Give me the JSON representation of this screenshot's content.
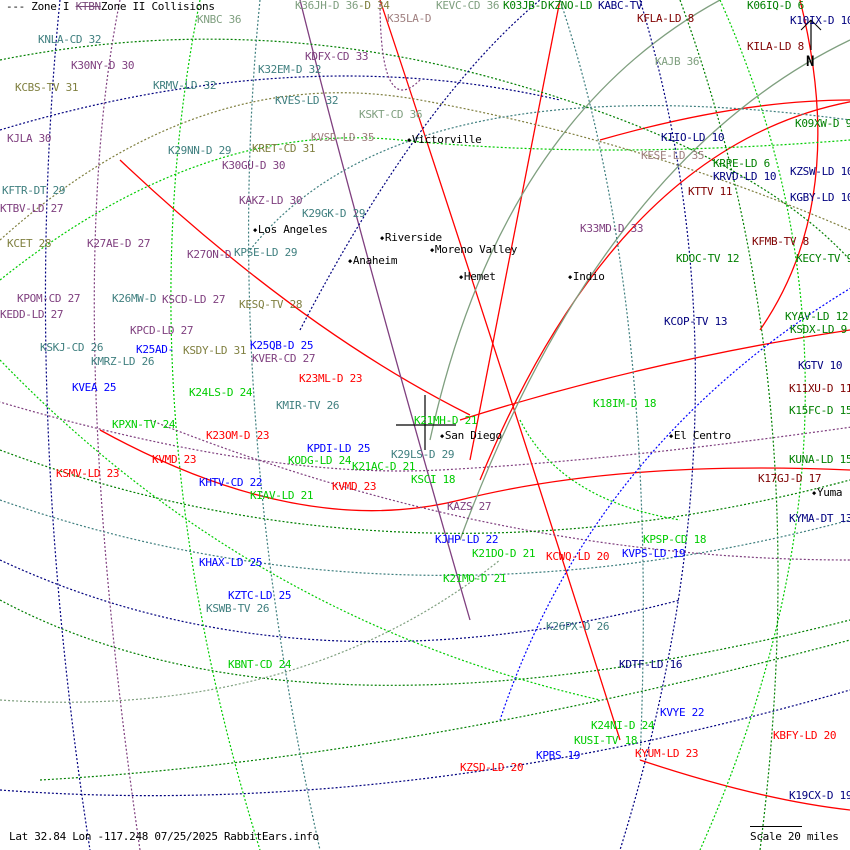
{
  "legend": {
    "zone1": "--- Zone I",
    "strike_text": "KTBN",
    "zone2_collisions": "Zone II Collisions"
  },
  "colors": {
    "gray_green": "#7f9f7f",
    "olive": "#7f7f3f",
    "purple": "#7f3f7f",
    "teal": "#3f7f7f",
    "navy": "#00007f",
    "blue": "#0000ff",
    "green": "#00cc00",
    "dark_green": "#007f00",
    "red": "#ff0000",
    "maroon": "#7f0000",
    "mauve": "#9f7f7f",
    "black": "#000000"
  },
  "stations": [
    {
      "label": "KNBC 36",
      "color": "gray_green"
    },
    {
      "label": "K36JH-D 36",
      "color": "gray_green"
    },
    {
      "label": "-D 34",
      "color": "olive"
    },
    {
      "label": "K35LA-D",
      "color": "mauve"
    },
    {
      "label": "KEVC-CD 36",
      "color": "gray_green"
    },
    {
      "label": "K03JB-D",
      "color": "dark_green"
    },
    {
      "label": "KZNO-LD",
      "color": "dark_green"
    },
    {
      "label": "KABC-TV",
      "color": "navy"
    },
    {
      "label": "KFLA-LD 8",
      "color": "maroon"
    },
    {
      "label": "K06IQ-D 6",
      "color": "dark_green"
    },
    {
      "label": "K10IX-D 10",
      "color": "navy"
    },
    {
      "label": "KILA-LD 8",
      "color": "maroon"
    },
    {
      "label": "KNLA-CD 32",
      "color": "teal"
    },
    {
      "label": "K30NY-D 30",
      "color": "purple"
    },
    {
      "label": "KDFX-CD 33",
      "color": "purple"
    },
    {
      "label": "K32EM-D 32",
      "color": "teal"
    },
    {
      "label": "KAJB 36",
      "color": "gray_green"
    },
    {
      "label": "KCBS-TV 31",
      "color": "olive"
    },
    {
      "label": "KRMV-LD 32",
      "color": "teal"
    },
    {
      "label": "KVES-LD 32",
      "color": "teal"
    },
    {
      "label": "KSKT-CD 36",
      "color": "gray_green"
    },
    {
      "label": "K09XW-D 9",
      "color": "dark_green"
    },
    {
      "label": "KJLA 30",
      "color": "purple"
    },
    {
      "label": "KVSD-LD 35",
      "color": "mauve"
    },
    {
      "label": "KIIO-LD 10",
      "color": "navy"
    },
    {
      "label": "K29NN-D 29",
      "color": "teal"
    },
    {
      "label": "KRET-CD 31",
      "color": "olive"
    },
    {
      "label": "KESE-LD 35",
      "color": "mauve"
    },
    {
      "label": "KRPE-LD 6",
      "color": "dark_green"
    },
    {
      "label": "K30GU-D 30",
      "color": "purple"
    },
    {
      "label": "KRVD-LD 10",
      "color": "navy"
    },
    {
      "label": "KZSW-LD 10",
      "color": "navy"
    },
    {
      "label": "KFTR-DT 29",
      "color": "teal"
    },
    {
      "label": "KTTV 11",
      "color": "maroon"
    },
    {
      "label": "KGBY-LD 10",
      "color": "navy"
    },
    {
      "label": "KTBV-LD 27",
      "color": "purple"
    },
    {
      "label": "KAKZ-LD 30",
      "color": "purple"
    },
    {
      "label": "K29GK-D 29",
      "color": "teal"
    },
    {
      "label": "K33MD-D 33",
      "color": "purple"
    },
    {
      "label": "KCET 28",
      "color": "olive"
    },
    {
      "label": "K27AE-D 27",
      "color": "purple"
    },
    {
      "label": "KFMB-TV 8",
      "color": "maroon"
    },
    {
      "label": "K27ON-D",
      "color": "purple"
    },
    {
      "label": "KPSE-LD 29",
      "color": "teal"
    },
    {
      "label": "KDOC-TV 12",
      "color": "dark_green"
    },
    {
      "label": "KECY-TV 9",
      "color": "dark_green"
    },
    {
      "label": "KPOM-CD 27",
      "color": "purple"
    },
    {
      "label": "K26MW-D",
      "color": "teal"
    },
    {
      "label": "KSCD-LD 27",
      "color": "purple"
    },
    {
      "label": "KESQ-TV 28",
      "color": "olive"
    },
    {
      "label": "KEDD-LD 27",
      "color": "purple"
    },
    {
      "label": "KYAV-LD 12",
      "color": "dark_green"
    },
    {
      "label": "KSDX-LD 9",
      "color": "dark_green"
    },
    {
      "label": "KPCD-LD 27",
      "color": "purple"
    },
    {
      "label": "KCOP-TV 13",
      "color": "navy"
    },
    {
      "label": "KSKJ-CD 26",
      "color": "teal"
    },
    {
      "label": "K25AD-",
      "color": "blue"
    },
    {
      "label": "KSDY-LD 31",
      "color": "olive"
    },
    {
      "label": "K25QB-D 25",
      "color": "blue"
    },
    {
      "label": "KMRZ-LD 26",
      "color": "teal"
    },
    {
      "label": "KVER-CD 27",
      "color": "purple"
    },
    {
      "label": "KGTV 10",
      "color": "navy"
    },
    {
      "label": "K23ML-D 23",
      "color": "red"
    },
    {
      "label": "KVEA 25",
      "color": "blue"
    },
    {
      "label": "K11XU-D 11",
      "color": "maroon"
    },
    {
      "label": "K24LS-D 24",
      "color": "green"
    },
    {
      "label": "KMIR-TV 26",
      "color": "teal"
    },
    {
      "label": "K15FC-D 15",
      "color": "dark_green"
    },
    {
      "label": "K18IM-D 18",
      "color": "green"
    },
    {
      "label": "KPXN-TV 24",
      "color": "green"
    },
    {
      "label": "K21MH-D 21",
      "color": "green"
    },
    {
      "label": "K23OM-D 23",
      "color": "red"
    },
    {
      "label": "KPDI-LD 25",
      "color": "blue"
    },
    {
      "label": "KODG-LD 24",
      "color": "green"
    },
    {
      "label": "K29LS-D 29",
      "color": "teal"
    },
    {
      "label": "KVMD 23",
      "color": "red"
    },
    {
      "label": "K21AC-D 21",
      "color": "green"
    },
    {
      "label": "KUNA-LD 15",
      "color": "dark_green"
    },
    {
      "label": "KSMV-LD 23",
      "color": "red"
    },
    {
      "label": "KSCI 18",
      "color": "green"
    },
    {
      "label": "K17GJ-D 17",
      "color": "maroon"
    },
    {
      "label": "KHTV-CD 22",
      "color": "blue"
    },
    {
      "label": "KVMD 23",
      "color": "red"
    },
    {
      "label": "KIAV-LD 21",
      "color": "green"
    },
    {
      "label": "KAZS 27",
      "color": "purple"
    },
    {
      "label": "KYMA-DT 13",
      "color": "navy"
    },
    {
      "label": "KJHP-LD 22",
      "color": "blue"
    },
    {
      "label": "KPSP-CD 18",
      "color": "green"
    },
    {
      "label": "K21DO-D 21",
      "color": "green"
    },
    {
      "label": "KCWQ-LD 20",
      "color": "red"
    },
    {
      "label": "KVPS-LD 19",
      "color": "blue"
    },
    {
      "label": "KHAX-LD 25",
      "color": "blue"
    },
    {
      "label": "K21MO-D 21",
      "color": "green"
    },
    {
      "label": "KZTC-LD 25",
      "color": "blue"
    },
    {
      "label": "KSWB-TV 26",
      "color": "teal"
    },
    {
      "label": "K26PX-D 26",
      "color": "teal"
    },
    {
      "label": "KDTF-LD 16",
      "color": "navy"
    },
    {
      "label": "KBNT-CD 24",
      "color": "green"
    },
    {
      "label": "KVYE 22",
      "color": "blue"
    },
    {
      "label": "K24NI-D 24",
      "color": "green"
    },
    {
      "label": "KBFY-LD 20",
      "color": "red"
    },
    {
      "label": "KUSI-TV 18",
      "color": "green"
    },
    {
      "label": "KYUM-LD 23",
      "color": "red"
    },
    {
      "label": "KPBS 19",
      "color": "blue"
    },
    {
      "label": "KZSD-LD 20",
      "color": "red"
    },
    {
      "label": "K19CX-D 19",
      "color": "navy"
    }
  ],
  "cities": [
    "Victorville",
    "Los Angeles",
    "Riverside",
    "Moreno Valley",
    "Anaheim",
    "Hemet",
    "Indio",
    "San Diego",
    "El Centro",
    "Yuma"
  ],
  "compass": {
    "north_label": "N"
  },
  "footer": {
    "location": "Lat 32.84 Lon -117.248 07/25/2025 RabbitEars.info",
    "scale": "Scale 20 miles"
  }
}
